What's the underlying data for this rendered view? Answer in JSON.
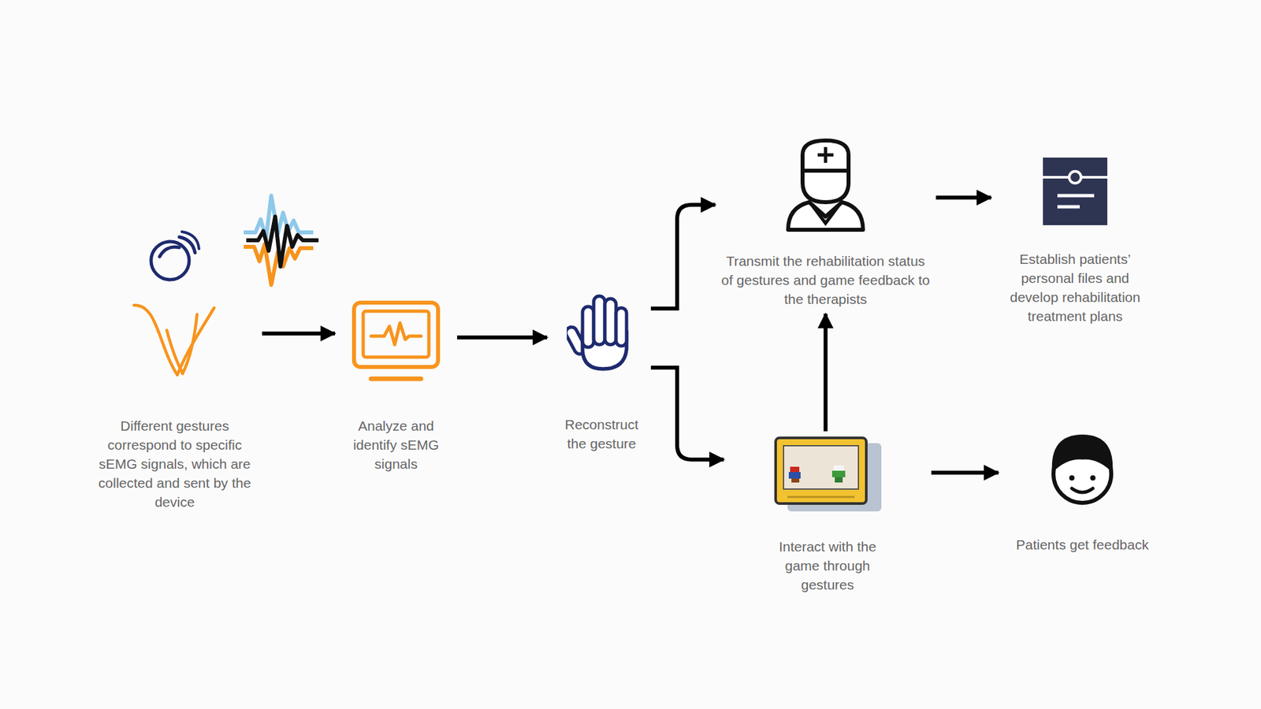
{
  "diagram": {
    "nodes": [
      {
        "text": [
          "Different gestures correspond to specific sEMG signals, which are collected and sent by the device"
        ]
      },
      {
        "text": [
          "Analyze and identify sEMG signals"
        ]
      },
      {
        "text": [
          "Reconstruct the gesture"
        ]
      },
      {
        "text": [
          "Transmit the rehabilitation status of gestures and game feedback to the therapists"
        ]
      },
      {
        "text": [
          "Establish patients’ personal files and develop rehabilitation treatment plans"
        ]
      },
      {
        "text": [
          "Interact with the game through gestures"
        ]
      },
      {
        "text": [
          "Patients get feedback"
        ]
      }
    ],
    "edges": [
      {
        "from": 0,
        "to": 1,
        "arrow": "to"
      },
      {
        "from": 1,
        "to": 2,
        "arrow": "to"
      },
      {
        "from": 2,
        "to": 3,
        "arrow": "to"
      },
      {
        "from": 2,
        "to": 5,
        "arrow": "to"
      },
      {
        "from": 5,
        "to": 3,
        "arrow": "to"
      },
      {
        "from": 3,
        "to": 4,
        "arrow": "to"
      },
      {
        "from": 5,
        "to": 6,
        "arrow": "to"
      }
    ]
  }
}
